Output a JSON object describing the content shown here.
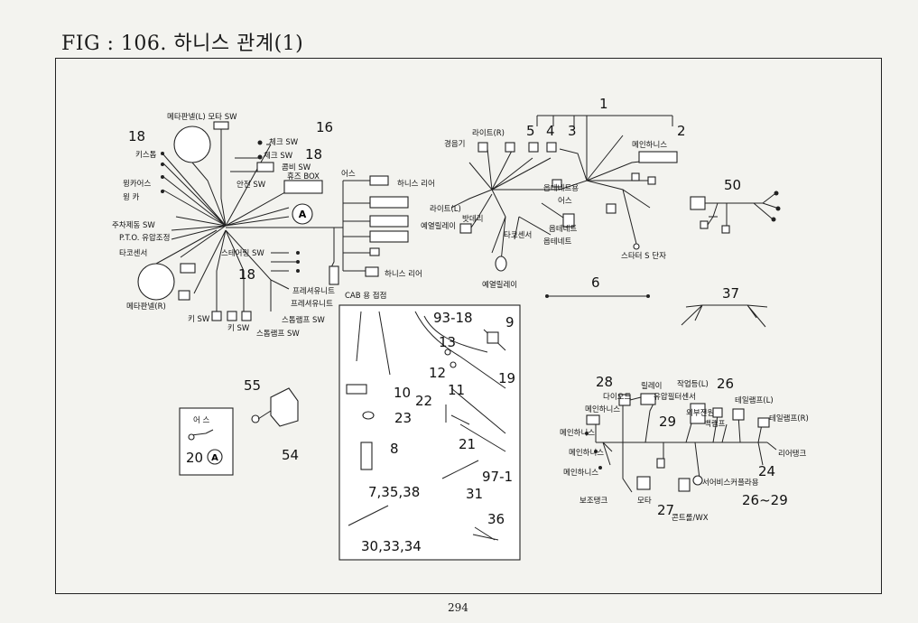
{
  "title": "FIG : 106. 하니스 관계(1)",
  "page_number": "294",
  "callouts": {
    "n1": "1",
    "n2": "2",
    "n3": "3",
    "n4": "4",
    "n5": "5",
    "n6": "6",
    "n7": "7,35,38",
    "n8": "8",
    "n9": "9",
    "n10": "10",
    "n11": "11",
    "n12": "12",
    "n13": "13",
    "n16": "16",
    "n18a": "18",
    "n18b": "18",
    "n18c": "18",
    "n93": "93-18",
    "n19": "19",
    "n20": "20",
    "n21": "21",
    "n22": "22",
    "n23": "23",
    "n24": "24",
    "n26": "26",
    "n2629": "26~29",
    "n27": "27",
    "n28": "28",
    "n29": "29",
    "n30": "30,33,34",
    "n31": "31",
    "n36": "36",
    "n37": "37",
    "n50": "50",
    "n54": "54",
    "n55": "55",
    "n971": "97-1"
  },
  "labels": {
    "meter_l": "메타판넬(L) 모타 SW",
    "key_start": "키스톱",
    "winker": "윙카어스",
    "winker2": "윙 카",
    "brake": "주차제동 SW",
    "pto": "P.T.O. 유압조정",
    "taco": "타코센서",
    "meter_r": "메타판넬(R)",
    "key_sw": "키 SW",
    "key_sw2": "키 SW",
    "stop_sw": "스톱램프 SW",
    "stop_sw2": "스톱램프 SW",
    "check_sw": "체크 SW",
    "check_sw2": "체크 SW",
    "combi": "콤비 SW",
    "fuse": "휴즈 BOX",
    "safety": "안전 SW",
    "steering": "스테어링 SW",
    "frame_unit": "프레셔유니트",
    "frame_unit2": "프레셔유니트",
    "earth": "어스",
    "harness_rear": "하니스 리어",
    "harness_rear2": "하니스 리어",
    "cab": "CAB 용 접점",
    "light_r": "라이트(R)",
    "horn": "경음기",
    "main_harness": "메인하니스",
    "light_l": "라이트(L)",
    "battery": "밧데리",
    "relay": "예열릴레이",
    "relay2": "예열릴레이",
    "oil_sw": "옵테네트용",
    "earth2": "어스",
    "tacho_sensor": "타코센서",
    "oil_temp": "옵테네트",
    "oil_temp2": "옵테네트",
    "starter": "스타터 S 단자",
    "earth_box": "어 스",
    "relay_r": "릴레이",
    "diode": "다이오드",
    "hyd_sensor": "유압필터센서",
    "work_light": "작업등(L)",
    "ext_power": "외부전원",
    "back_lamp": "백램프",
    "tail_l": "테일램프(L)",
    "tail_r": "테일램프(R)",
    "rear_tank": "리어탱크",
    "main_h1": "메인하니스",
    "main_h2": "메인하니스",
    "main_h3": "메인하니스",
    "aux_tank": "보조탱크",
    "motor": "모타",
    "service": "서어비스커플라용",
    "controller": "콘트롤/WX",
    "pc1": "P.T.O. 유압조정"
  }
}
